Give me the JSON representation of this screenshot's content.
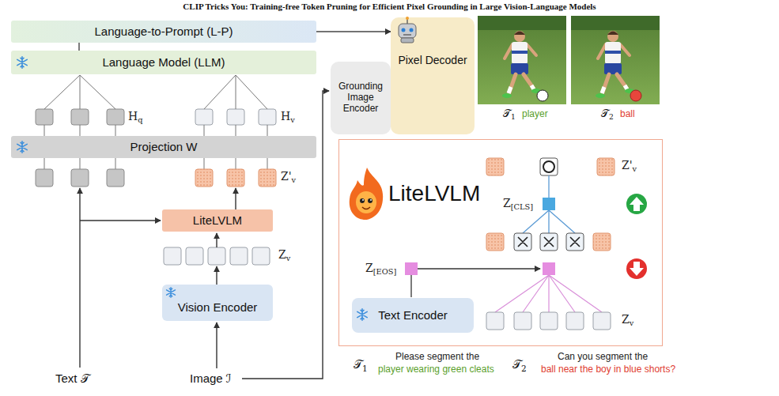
{
  "diagram": {
    "title": "CLIP Tricks You: Training-free Token Pruning for Efficient Pixel Grounding in Large Vision-Language Models",
    "nodes": [
      {
        "text": [
          "Language-to-Prompt (L-P)"
        ]
      },
      {
        "text": [
          "Language Model (LLM)"
        ]
      },
      {
        "text": [
          "Projection W"
        ]
      },
      {
        "text": [
          "LiteLVLM"
        ]
      },
      {
        "text": [
          "Vision Encoder"
        ]
      },
      {
        "text": [
          "Grounding Image Encoder"
        ]
      },
      {
        "text": [
          "Pixel Decoder"
        ]
      },
      {
        "text": [
          "LiteLVLM"
        ]
      },
      {
        "text": [
          "Text Encoder"
        ],
        "in": 7
      }
    ],
    "edges": [
      {
        "from": 1,
        "to": 0,
        "arrow": "none"
      },
      {
        "from": 0,
        "to": 6,
        "arrow": "to"
      }
    ],
    "labels": [
      "Hq",
      "Hv",
      "Z'v",
      "Zv",
      "Text 𝒯",
      "Image ℐ",
      "𝒯1",
      "player",
      "𝒯2",
      "ball",
      "Z'v",
      "Z[CLS]",
      "Z[EOS]",
      "Zv",
      "𝒯1",
      "Please segment the",
      "player wearing green cleats",
      "𝒯2",
      "Can you segment the",
      "ball near the boy in blue shorts?"
    ]
  }
}
